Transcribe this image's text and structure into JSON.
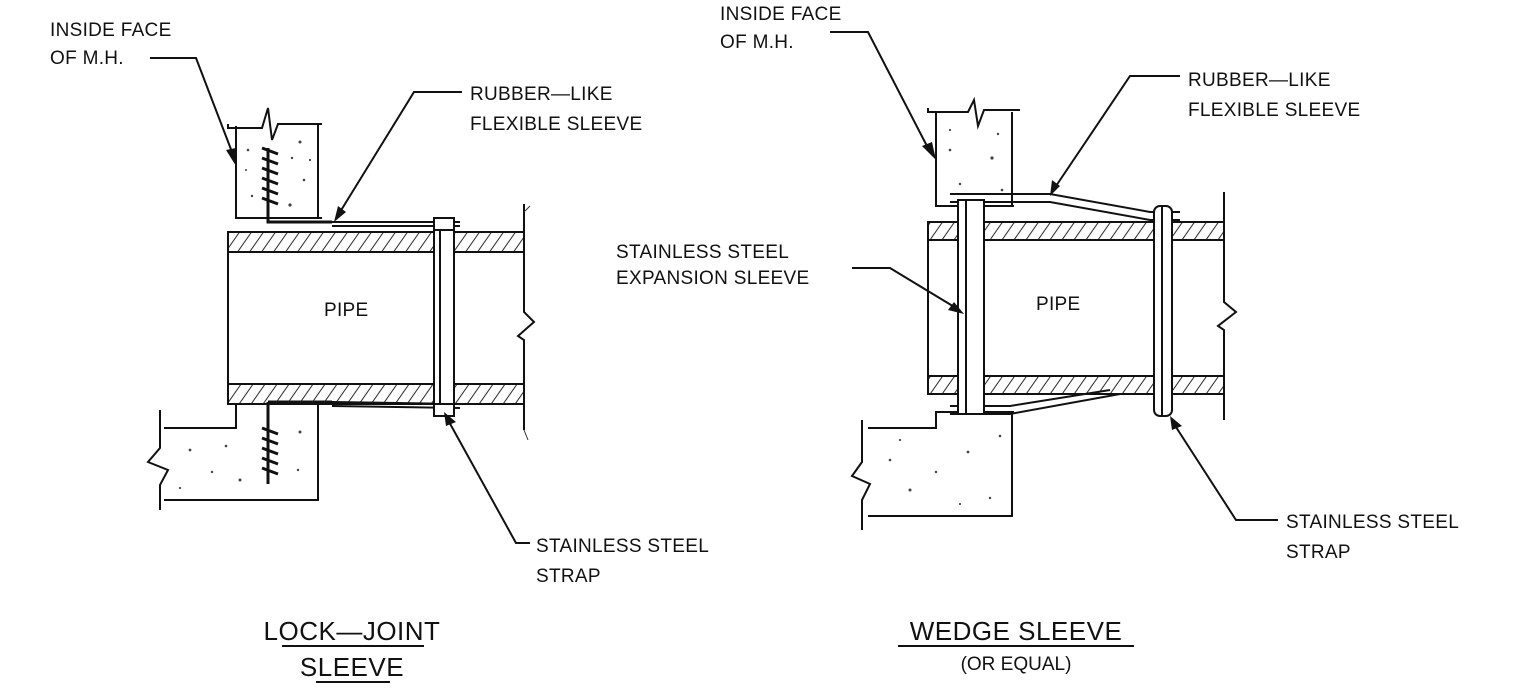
{
  "diagrams": [
    {
      "title_line1": "LOCK—JOINT",
      "title_line2": "SLEEVE",
      "labels": {
        "inside_face_line1": "INSIDE FACE",
        "inside_face_line2": "OF M.H.",
        "rubber_line1": "RUBBER—LIKE",
        "rubber_line2": "FLEXIBLE SLEEVE",
        "pipe": "PIPE",
        "strap_line1": "STAINLESS STEEL",
        "strap_line2": "STRAP"
      }
    },
    {
      "title_line1": "WEDGE SLEEVE",
      "title_line2": "(OR EQUAL)",
      "labels": {
        "inside_face_line1": "INSIDE FACE",
        "inside_face_line2": "OF M.H.",
        "rubber_line1": "RUBBER—LIKE",
        "rubber_line2": "FLEXIBLE SLEEVE",
        "expansion_line1": "STAINLESS STEEL",
        "expansion_line2": "EXPANSION SLEEVE",
        "pipe": "PIPE",
        "strap_line1": "STAINLESS STEEL",
        "strap_line2": "STRAP"
      }
    }
  ]
}
